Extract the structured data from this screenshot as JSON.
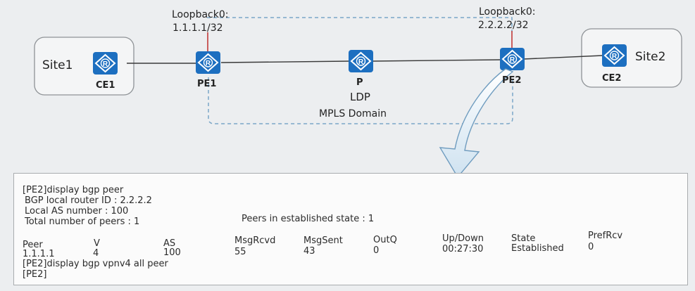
{
  "diagram": {
    "loopback_pe1": {
      "label": "Loopback0:",
      "ip": "1.1.1.1/32"
    },
    "loopback_pe2": {
      "label": "Loopback0:",
      "ip": "2.2.2.2/32"
    },
    "site1": "Site1",
    "site2": "Site2",
    "routers": {
      "ce1": "CE1",
      "pe1": "PE1",
      "p": "P",
      "pe2": "PE2",
      "ce2": "CE2"
    },
    "router_icon_glyph": "R",
    "ldp": "LDP",
    "mpls_domain": "MPLS Domain",
    "colors": {
      "router_blue": "#1d6fc0",
      "loopback_line": "#c23a3a",
      "dashed_line": "#7aa6c7",
      "link_line": "#3a3a3a"
    }
  },
  "terminal": {
    "cmd1": "[PE2]display bgp peer",
    "router_id": "BGP local router ID : 2.2.2.2",
    "local_as": "Local AS number : 100",
    "total_peers": "Total number of peers : 1",
    "peers_established": "Peers in established state : 1",
    "headers": [
      "Peer",
      "V",
      "AS",
      "MsgRcvd",
      "MsgSent",
      "OutQ",
      "Up/Down",
      "State",
      "PrefRcv"
    ],
    "row": [
      "1.1.1.1",
      "4",
      "100",
      "55",
      "43",
      "0",
      "00:27:30",
      "Established",
      "0"
    ],
    "cmd2": "[PE2]display bgp vpnv4 all peer",
    "prompt": "[PE2]"
  }
}
